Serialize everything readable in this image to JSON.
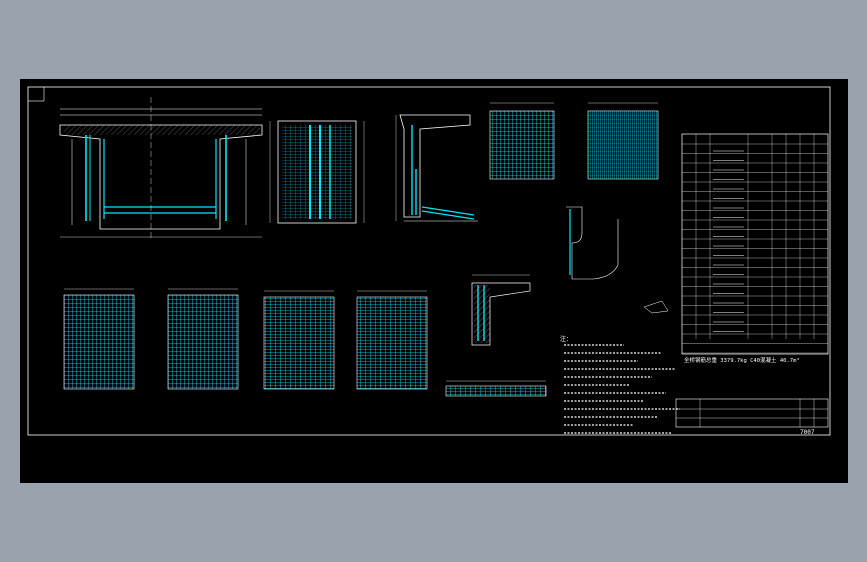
{
  "drawing": {
    "title_block_label": "7007",
    "total_weight_note": "全桥钢筋总重 3379.7kg  C40混凝土 40.7m³",
    "notes_heading": "注："
  },
  "colors": {
    "background": "#9aa3ad",
    "canvas": "#000000",
    "frame": "#ffffff",
    "mesh": "#00e5ff",
    "outline": "#ffffff",
    "dimension": "#ffffff"
  }
}
